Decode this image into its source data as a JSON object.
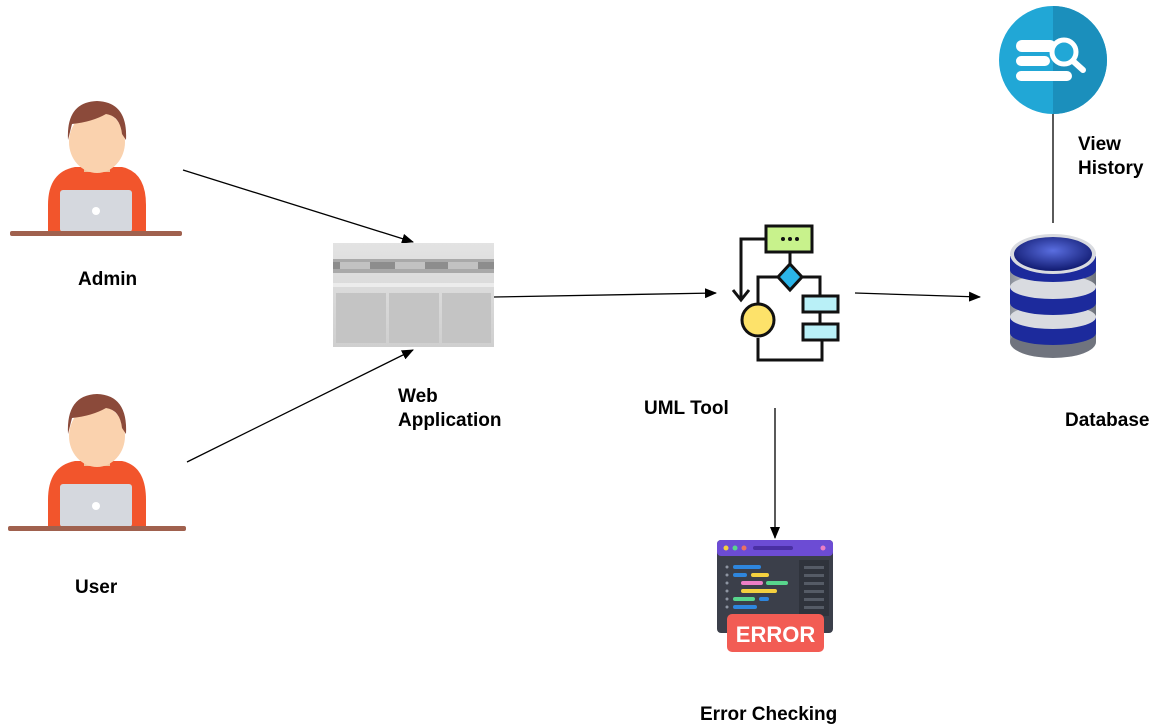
{
  "nodes": {
    "admin": {
      "label": "Admin"
    },
    "user": {
      "label": "User"
    },
    "web_app": {
      "label_line1": "Web",
      "label_line2": "Application"
    },
    "uml_tool": {
      "label": "UML Tool"
    },
    "database": {
      "label": "Database"
    },
    "view_history": {
      "label_line1": "View",
      "label_line2": "History"
    },
    "error_checking": {
      "label": "Error Checking",
      "badge_text": "ERROR"
    }
  },
  "colors": {
    "person_shirt": "#f2552c",
    "person_skin": "#fad2ae",
    "person_hair": "#8b4a3a",
    "laptop": "#d5d8de",
    "desk": "#a0614e",
    "flow_green": "#c8f28c",
    "flow_cyan": "#b9f0f7",
    "flow_yellow": "#fde26a",
    "flow_diamond": "#2bb5e8",
    "db_blue": "#1c2a9c",
    "history_circle": "#21a7d6",
    "error_red": "#f25c54",
    "editor_bg": "#3b3f4a",
    "editor_header": "#6c4cd4"
  }
}
